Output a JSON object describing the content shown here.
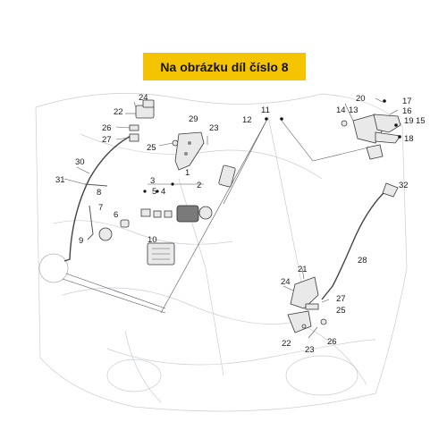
{
  "banner": {
    "text": "Na obrázku díl číslo 8",
    "color": "#f5c400"
  },
  "callouts": {
    "n1": "1",
    "n2": "2",
    "n3": "3",
    "n4": "4",
    "n5": "5",
    "n6": "6",
    "n7": "7",
    "n8": "8",
    "n9": "9",
    "n10": "10",
    "n11": "11",
    "n12": "12",
    "n13": "13",
    "n14": "14",
    "n15": "15",
    "n16": "16",
    "n17": "17",
    "n18": "18",
    "n19": "19",
    "n20": "20",
    "n21": "21",
    "n22a": "22",
    "n22b": "22",
    "n23a": "23",
    "n23b": "23",
    "n24a": "24",
    "n24b": "24",
    "n25a": "25",
    "n25b": "25",
    "n26a": "26",
    "n26b": "26",
    "n27a": "27",
    "n27b": "27",
    "n28": "28",
    "n29": "29",
    "n30": "30",
    "n31": "31",
    "n32": "32"
  }
}
